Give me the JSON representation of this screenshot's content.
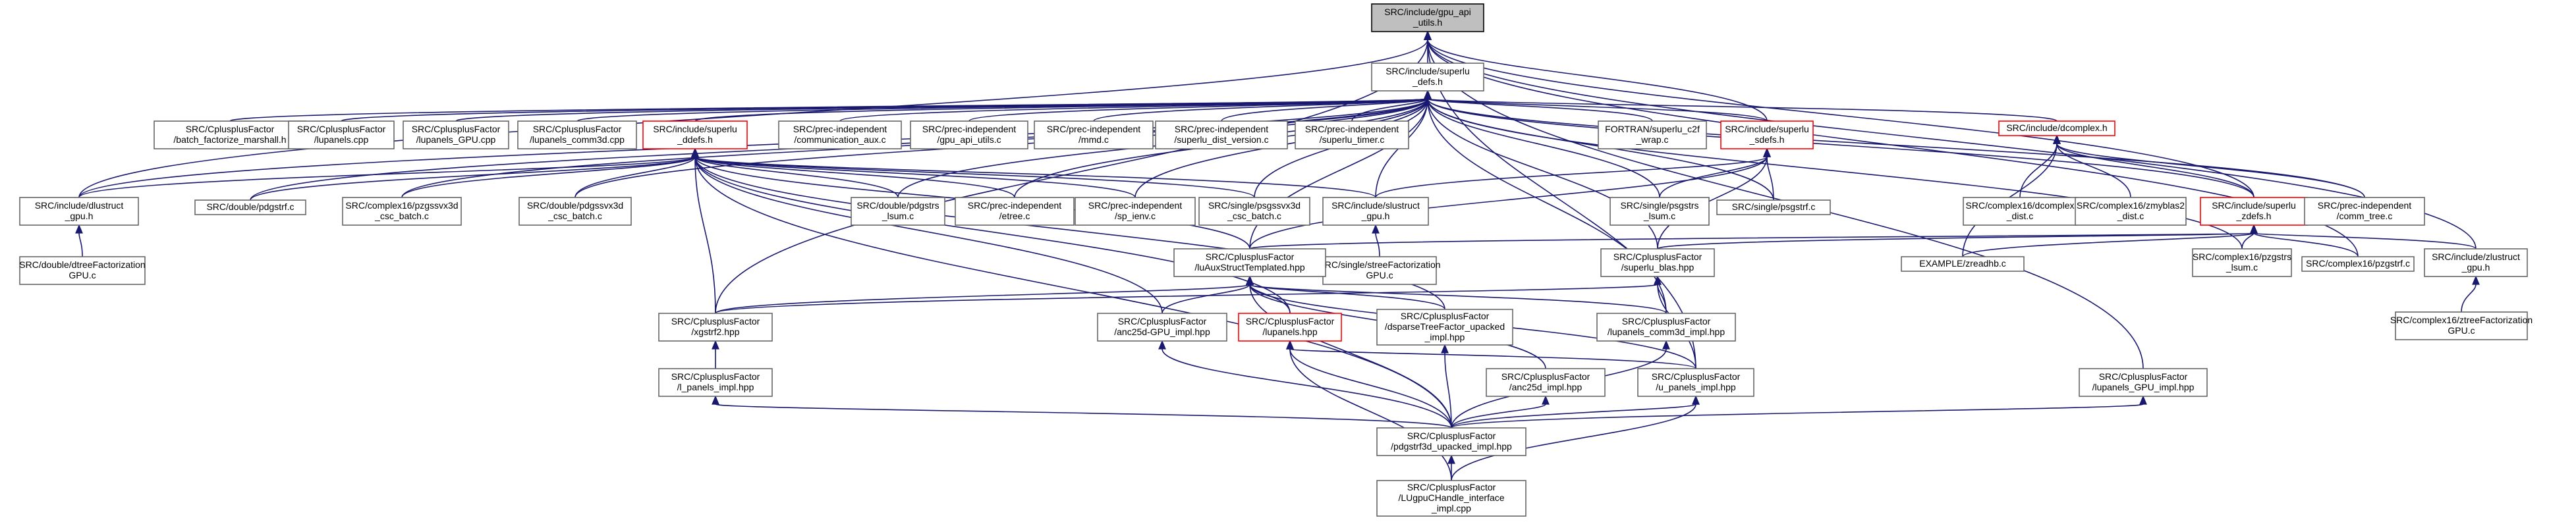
{
  "graph": {
    "nodes": [
      {
        "id": "root",
        "lines": [
          "SRC/include/gpu_api",
          "_utils.h"
        ],
        "style": "root"
      },
      {
        "id": "superlu_defs",
        "lines": [
          "SRC/include/superlu",
          "_defs.h"
        ],
        "style": "normal"
      },
      {
        "id": "dlustruct_gpu",
        "lines": [
          "SRC/include/dlustruct",
          "_gpu.h"
        ],
        "style": "normal"
      },
      {
        "id": "batch_factorize",
        "lines": [
          "SRC/CplusplusFactor",
          "/batch_factorize_marshall.h"
        ],
        "style": "normal"
      },
      {
        "id": "lupanels_cpp",
        "lines": [
          "SRC/CplusplusFactor",
          "/lupanels.cpp"
        ],
        "style": "normal"
      },
      {
        "id": "lupanels_gpu_cpp",
        "lines": [
          "SRC/CplusplusFactor",
          "/lupanels_GPU.cpp"
        ],
        "style": "normal"
      },
      {
        "id": "lupanels_comm3d_cpp",
        "lines": [
          "SRC/CplusplusFactor",
          "/lupanels_comm3d.cpp"
        ],
        "style": "normal"
      },
      {
        "id": "superlu_ddefs",
        "lines": [
          "SRC/include/superlu",
          "_ddefs.h"
        ],
        "style": "red"
      },
      {
        "id": "communication_aux",
        "lines": [
          "SRC/prec-independent",
          "/communication_aux.c"
        ],
        "style": "normal"
      },
      {
        "id": "gpu_api_utils_c",
        "lines": [
          "SRC/prec-independent",
          "/gpu_api_utils.c"
        ],
        "style": "normal"
      },
      {
        "id": "mmd_c",
        "lines": [
          "SRC/prec-independent",
          "/mmd.c"
        ],
        "style": "normal"
      },
      {
        "id": "superlu_dist_version",
        "lines": [
          "SRC/prec-independent",
          "/superlu_dist_version.c"
        ],
        "style": "normal"
      },
      {
        "id": "superlu_timer",
        "lines": [
          "SRC/prec-independent",
          "/superlu_timer.c"
        ],
        "style": "normal"
      },
      {
        "id": "fortran_wrap",
        "lines": [
          "FORTRAN/superlu_c2f",
          "_wrap.c"
        ],
        "style": "normal"
      },
      {
        "id": "superlu_sdefs",
        "lines": [
          "SRC/include/superlu",
          "_sdefs.h"
        ],
        "style": "red"
      },
      {
        "id": "dcomplex_h",
        "lines": [
          "SRC/include/dcomplex.h"
        ],
        "style": "red"
      },
      {
        "id": "dtree_gpu",
        "lines": [
          "SRC/double/dtreeFactorization",
          "GPU.c"
        ],
        "style": "normal"
      },
      {
        "id": "pdgstrf_c",
        "lines": [
          "SRC/double/pdgstrf.c"
        ],
        "style": "normal"
      },
      {
        "id": "pzgssvx3d",
        "lines": [
          "SRC/complex16/pzgssvx3d",
          "_csc_batch.c"
        ],
        "style": "normal"
      },
      {
        "id": "pdgssvx3d",
        "lines": [
          "SRC/double/pdgssvx3d",
          "_csc_batch.c"
        ],
        "style": "normal"
      },
      {
        "id": "pdgstrs_lsum",
        "lines": [
          "SRC/double/pdgstrs",
          "_lsum.c"
        ],
        "style": "normal"
      },
      {
        "id": "etree_c",
        "lines": [
          "SRC/prec-independent",
          "/etree.c"
        ],
        "style": "normal"
      },
      {
        "id": "sp_ienv",
        "lines": [
          "SRC/prec-independent",
          "/sp_ienv.c"
        ],
        "style": "normal"
      },
      {
        "id": "psgssvx3d",
        "lines": [
          "SRC/single/psgssvx3d",
          "_csc_batch.c"
        ],
        "style": "normal"
      },
      {
        "id": "slustruct_gpu",
        "lines": [
          "SRC/include/slustruct",
          "_gpu.h"
        ],
        "style": "normal"
      },
      {
        "id": "psgstrs_lsum",
        "lines": [
          "SRC/single/psgstrs",
          "_lsum.c"
        ],
        "style": "normal"
      },
      {
        "id": "psgstrf_c",
        "lines": [
          "SRC/single/psgstrf.c"
        ],
        "style": "normal"
      },
      {
        "id": "pzdcomplex",
        "lines": [
          "SRC/complex16/dcomplex",
          "_dist.c"
        ],
        "style": "normal"
      },
      {
        "id": "zmyblas2",
        "lines": [
          "SRC/complex16/zmyblas2",
          "_dist.c"
        ],
        "style": "normal"
      },
      {
        "id": "superlu_zdefs",
        "lines": [
          "SRC/include/superlu",
          "_zdefs.h"
        ],
        "style": "red"
      },
      {
        "id": "comm_tree",
        "lines": [
          "SRC/prec-independent",
          "/comm_tree.c"
        ],
        "style": "normal"
      },
      {
        "id": "stree_gpu",
        "lines": [
          "SRC/single/streeFactorization",
          "GPU.c"
        ],
        "style": "normal"
      },
      {
        "id": "luauxstruct",
        "lines": [
          "SRC/CplusplusFactor",
          "/luAuxStructTemplated.hpp"
        ],
        "style": "normal"
      },
      {
        "id": "superlu_blas",
        "lines": [
          "SRC/CplusplusFactor",
          "/superlu_blas.hpp"
        ],
        "style": "normal"
      },
      {
        "id": "example_zreadhb",
        "lines": [
          "EXAMPLE/zreadhb.c"
        ],
        "style": "normal"
      },
      {
        "id": "pzgstrs_lsum",
        "lines": [
          "SRC/complex16/pzgstrs",
          "_lsum.c"
        ],
        "style": "normal"
      },
      {
        "id": "pzgstrf_c",
        "lines": [
          "SRC/complex16/pzgstrf.c"
        ],
        "style": "normal"
      },
      {
        "id": "zlustruct_gpu",
        "lines": [
          "SRC/include/zlustruct",
          "_gpu.h"
        ],
        "style": "normal"
      },
      {
        "id": "xgstrf2",
        "lines": [
          "SRC/CplusplusFactor",
          "/xgstrf2.hpp"
        ],
        "style": "normal"
      },
      {
        "id": "anc25d_gpu",
        "lines": [
          "SRC/CplusplusFactor",
          "/anc25d-GPU_impl.hpp"
        ],
        "style": "normal"
      },
      {
        "id": "lupanels_hpp",
        "lines": [
          "SRC/CplusplusFactor",
          "/lupanels.hpp"
        ],
        "style": "red"
      },
      {
        "id": "dsparse_tree",
        "lines": [
          "SRC/CplusplusFactor",
          "/dsparseTreeFactor_upacked",
          "_impl.hpp"
        ],
        "style": "normal"
      },
      {
        "id": "lupanels_comm3d_impl",
        "lines": [
          "SRC/CplusplusFactor",
          "/lupanels_comm3d_impl.hpp"
        ],
        "style": "normal"
      },
      {
        "id": "ztree_gpu",
        "lines": [
          "SRC/complex16/ztreeFactorization",
          "GPU.c"
        ],
        "style": "normal"
      },
      {
        "id": "l_panels_impl",
        "lines": [
          "SRC/CplusplusFactor",
          "/l_panels_impl.hpp"
        ],
        "style": "normal"
      },
      {
        "id": "anc25d_impl",
        "lines": [
          "SRC/CplusplusFactor",
          "/anc25d_impl.hpp"
        ],
        "style": "normal"
      },
      {
        "id": "u_panels_impl",
        "lines": [
          "SRC/CplusplusFactor",
          "/u_panels_impl.hpp"
        ],
        "style": "normal"
      },
      {
        "id": "lupanels_gpu_impl",
        "lines": [
          "SRC/CplusplusFactor",
          "/lupanels_GPU_impl.hpp"
        ],
        "style": "normal"
      },
      {
        "id": "pdgstrf3d_upacked",
        "lines": [
          "SRC/CplusplusFactor",
          "/pdgstrf3d_upacked_impl.hpp"
        ],
        "style": "normal"
      },
      {
        "id": "lugpu_handle",
        "lines": [
          "SRC/CplusplusFactor",
          "/LUgpuCHandle_interface",
          "_impl.cpp"
        ],
        "style": "normal"
      }
    ],
    "edges": [
      [
        "superlu_defs",
        "root"
      ],
      [
        "dlustruct_gpu",
        "root"
      ],
      [
        "superlu_zdefs",
        "root"
      ],
      [
        "superlu_sdefs",
        "root"
      ],
      [
        "zlustruct_gpu",
        "root"
      ],
      [
        "u_panels_impl",
        "root"
      ],
      [
        "xgstrf2",
        "root"
      ],
      [
        "lupanels_gpu_impl",
        "root"
      ],
      [
        "pzgstrf_c",
        "root"
      ],
      [
        "superlu_ddefs",
        "superlu_defs"
      ],
      [
        "batch_factorize",
        "superlu_defs"
      ],
      [
        "lupanels_cpp",
        "superlu_defs"
      ],
      [
        "lupanels_gpu_cpp",
        "superlu_defs"
      ],
      [
        "lupanels_comm3d_cpp",
        "superlu_defs"
      ],
      [
        "communication_aux",
        "superlu_defs"
      ],
      [
        "gpu_api_utils_c",
        "superlu_defs"
      ],
      [
        "mmd_c",
        "superlu_defs"
      ],
      [
        "superlu_dist_version",
        "superlu_defs"
      ],
      [
        "superlu_timer",
        "superlu_defs"
      ],
      [
        "fortran_wrap",
        "superlu_defs"
      ],
      [
        "superlu_sdefs",
        "superlu_defs"
      ],
      [
        "dcomplex_h",
        "superlu_defs"
      ],
      [
        "superlu_zdefs",
        "superlu_defs"
      ],
      [
        "comm_tree",
        "superlu_defs"
      ],
      [
        "pdgstrf_c",
        "superlu_defs"
      ],
      [
        "pzgssvx3d",
        "superlu_defs"
      ],
      [
        "pdgssvx3d",
        "superlu_defs"
      ],
      [
        "pdgstrs_lsum",
        "superlu_defs"
      ],
      [
        "etree_c",
        "superlu_defs"
      ],
      [
        "sp_ienv",
        "superlu_defs"
      ],
      [
        "psgssvx3d",
        "superlu_defs"
      ],
      [
        "slustruct_gpu",
        "superlu_defs"
      ],
      [
        "psgstrs_lsum",
        "superlu_defs"
      ],
      [
        "psgstrf_c",
        "superlu_defs"
      ],
      [
        "luauxstruct",
        "superlu_defs"
      ],
      [
        "superlu_blas",
        "superlu_defs"
      ],
      [
        "lupanels_comm3d_impl",
        "superlu_defs"
      ],
      [
        "pzgstrs_lsum",
        "superlu_defs"
      ],
      [
        "dlustruct_gpu",
        "superlu_defs"
      ],
      [
        "dtree_gpu",
        "dlustruct_gpu"
      ],
      [
        "dlustruct_gpu",
        "superlu_ddefs"
      ],
      [
        "pdgstrf_c",
        "superlu_ddefs"
      ],
      [
        "pzgssvx3d",
        "superlu_ddefs"
      ],
      [
        "pdgssvx3d",
        "superlu_ddefs"
      ],
      [
        "pdgstrs_lsum",
        "superlu_ddefs"
      ],
      [
        "etree_c",
        "superlu_ddefs"
      ],
      [
        "sp_ienv",
        "superlu_ddefs"
      ],
      [
        "psgssvx3d",
        "superlu_ddefs"
      ],
      [
        "slustruct_gpu",
        "superlu_ddefs"
      ],
      [
        "luauxstruct",
        "superlu_ddefs"
      ],
      [
        "xgstrf2",
        "superlu_ddefs"
      ],
      [
        "anc25d_gpu",
        "superlu_ddefs"
      ],
      [
        "lupanels_hpp",
        "superlu_ddefs"
      ],
      [
        "dsparse_tree",
        "superlu_ddefs"
      ],
      [
        "pdgstrf3d_upacked",
        "superlu_ddefs"
      ],
      [
        "psgstrs_lsum",
        "superlu_sdefs"
      ],
      [
        "psgstrf_c",
        "superlu_sdefs"
      ],
      [
        "superlu_blas",
        "superlu_sdefs"
      ],
      [
        "slustruct_gpu",
        "superlu_sdefs"
      ],
      [
        "luauxstruct",
        "superlu_sdefs"
      ],
      [
        "stree_gpu",
        "slustruct_gpu"
      ],
      [
        "pzdcomplex",
        "dcomplex_h"
      ],
      [
        "zmyblas2",
        "dcomplex_h"
      ],
      [
        "superlu_zdefs",
        "dcomplex_h"
      ],
      [
        "example_zreadhb",
        "dcomplex_h"
      ],
      [
        "comm_tree",
        "dcomplex_h"
      ],
      [
        "pzgstrs_lsum",
        "superlu_zdefs"
      ],
      [
        "pzgstrf_c",
        "superlu_zdefs"
      ],
      [
        "zlustruct_gpu",
        "superlu_zdefs"
      ],
      [
        "example_zreadhb",
        "superlu_zdefs"
      ],
      [
        "luauxstruct",
        "superlu_zdefs"
      ],
      [
        "superlu_blas",
        "superlu_zdefs"
      ],
      [
        "ztree_gpu",
        "zlustruct_gpu"
      ],
      [
        "xgstrf2",
        "luauxstruct"
      ],
      [
        "anc25d_gpu",
        "luauxstruct"
      ],
      [
        "lupanels_hpp",
        "luauxstruct"
      ],
      [
        "dsparse_tree",
        "luauxstruct"
      ],
      [
        "lupanels_comm3d_impl",
        "luauxstruct"
      ],
      [
        "anc25d_impl",
        "luauxstruct"
      ],
      [
        "u_panels_impl",
        "luauxstruct"
      ],
      [
        "pdgstrf3d_upacked",
        "luauxstruct"
      ],
      [
        "xgstrf2",
        "superlu_blas"
      ],
      [
        "lupanels_comm3d_impl",
        "superlu_blas"
      ],
      [
        "u_panels_impl",
        "superlu_blas"
      ],
      [
        "l_panels_impl",
        "xgstrf2"
      ],
      [
        "pdgstrf3d_upacked",
        "anc25d_gpu"
      ],
      [
        "pdgstrf3d_upacked",
        "lupanels_hpp"
      ],
      [
        "lugpu_handle",
        "lupanels_hpp"
      ],
      [
        "u_panels_impl",
        "lupanels_hpp"
      ],
      [
        "pdgstrf3d_upacked",
        "dsparse_tree"
      ],
      [
        "pdgstrf3d_upacked",
        "lupanels_comm3d_impl"
      ],
      [
        "pdgstrf3d_upacked",
        "l_panels_impl"
      ],
      [
        "pdgstrf3d_upacked",
        "anc25d_impl"
      ],
      [
        "pdgstrf3d_upacked",
        "u_panels_impl"
      ],
      [
        "lugpu_handle",
        "u_panels_impl"
      ],
      [
        "pdgstrf3d_upacked",
        "lupanels_gpu_impl"
      ],
      [
        "lugpu_handle",
        "pdgstrf3d_upacked"
      ]
    ]
  }
}
